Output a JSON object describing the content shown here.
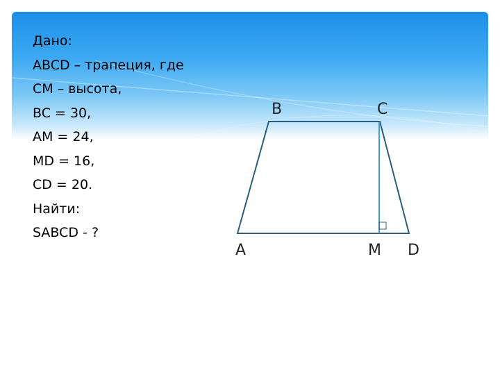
{
  "given": {
    "lines": [
      "Дано:",
      "ABCD – трапеция, где",
      "CM – высота,",
      "BC = 30,",
      "AM = 24,",
      "MD = 16,",
      "CD = 20.",
      "Найти:",
      "SABCD - ?"
    ]
  },
  "figure": {
    "labels": {
      "a": "A",
      "b": "B",
      "c": "C",
      "m": "M",
      "d": "D"
    }
  },
  "colors": {
    "header_top": "#1e8fe8",
    "header_bottom": "#c8e8fb",
    "trapezoid_stroke": "#2a5d80",
    "height_stroke": "#3d9fd4"
  }
}
